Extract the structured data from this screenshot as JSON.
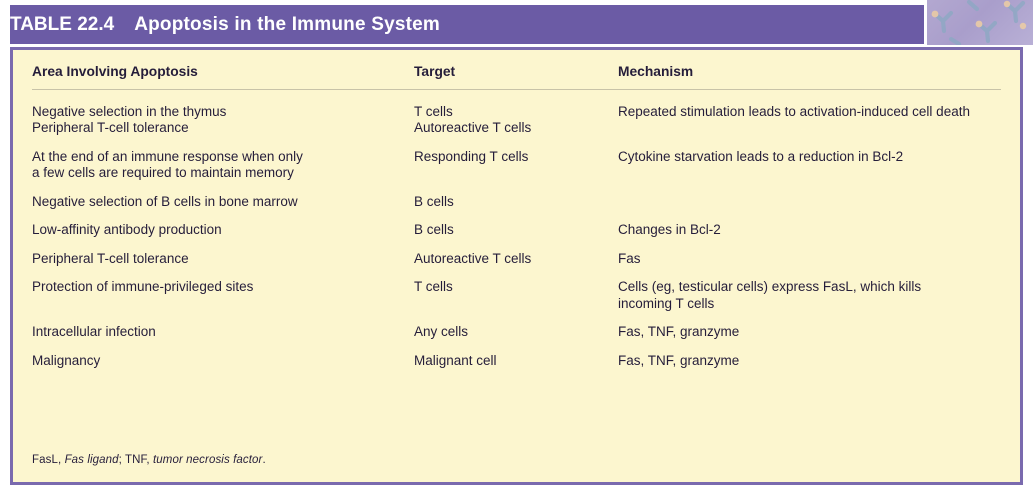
{
  "figure": {
    "label": "TABLE 22.4",
    "title": "Apoptosis in the Immune System",
    "accent_color": "#6b5ba5",
    "body_color": "#fcf6cf",
    "border_color": "#7a6aae",
    "text_color": "#251d3a",
    "decoration": "antibody-molecules-artwork"
  },
  "columns": [
    {
      "header": "Area Involving Apoptosis"
    },
    {
      "header": "Target"
    },
    {
      "header": "Mechanism"
    }
  ],
  "rows": [
    {
      "area": [
        "Negative selection in the thymus",
        "Peripheral T-cell tolerance"
      ],
      "target": [
        "T cells",
        "Autoreactive T cells"
      ],
      "mechanism": [
        "Repeated stimulation leads to activation-induced cell death"
      ]
    },
    {
      "area": [
        "At the end of an immune response when only",
        "a few cells are required to maintain memory"
      ],
      "target": [
        "Responding T cells"
      ],
      "mechanism": [
        "Cytokine starvation leads to a reduction in Bcl-2"
      ]
    },
    {
      "area": [
        "Negative selection of B cells in bone marrow"
      ],
      "target": [
        "B cells"
      ],
      "mechanism": [
        ""
      ]
    },
    {
      "area": [
        "Low-affinity antibody production"
      ],
      "target": [
        "B cells"
      ],
      "mechanism": [
        "Changes in Bcl-2"
      ]
    },
    {
      "area": [
        "Peripheral T-cell tolerance"
      ],
      "target": [
        "Autoreactive T cells"
      ],
      "mechanism": [
        "Fas"
      ]
    },
    {
      "area": [
        "Protection of immune-privileged sites"
      ],
      "target": [
        "T cells"
      ],
      "mechanism": [
        "Cells (eg, testicular cells) express FasL, which kills",
        "incoming T cells"
      ]
    },
    {
      "area": [
        "Intracellular infection"
      ],
      "target": [
        "Any cells"
      ],
      "mechanism": [
        "Fas, TNF, granzyme"
      ]
    },
    {
      "area": [
        "Malignancy"
      ],
      "target": [
        "Malignant cell"
      ],
      "mechanism": [
        "Fas, TNF, granzyme"
      ]
    }
  ],
  "footnote": {
    "part1": "FasL, ",
    "italic1": "Fas ligand",
    "part2": "; TNF, ",
    "italic2": "tumor necrosis factor",
    "part3": "."
  }
}
